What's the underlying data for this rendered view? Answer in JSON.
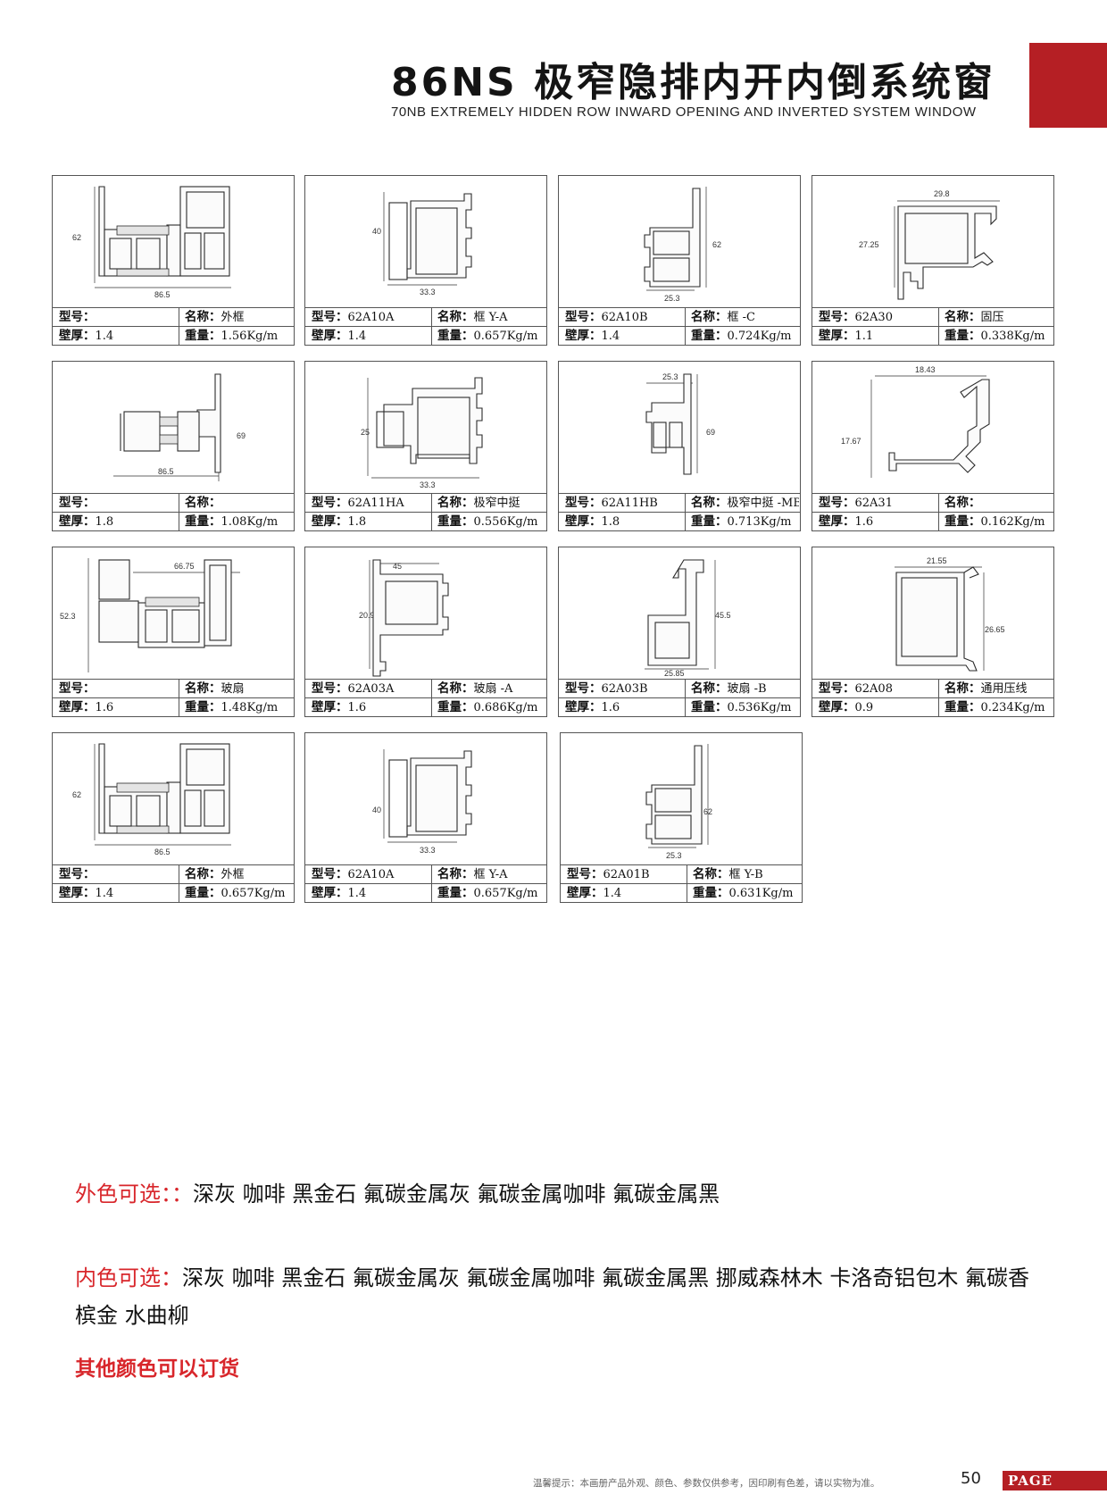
{
  "header": {
    "title": "86NS 极窄隐排内开内倒系统窗",
    "subtitle": "70NB EXTREMELY HIDDEN ROW INWARD OPENING AND INVERTED SYSTEM WINDOW"
  },
  "labels": {
    "model": "型号：",
    "name": "名称：",
    "wall": "壁厚：",
    "weight": "重量："
  },
  "profiles": [
    {
      "model": "",
      "name": "外框",
      "wall": "1.4",
      "weight": "1.56Kg/m",
      "dims": [
        "62",
        "86.5"
      ]
    },
    {
      "model": "62A10A",
      "name": "框 Y-A",
      "wall": "1.4",
      "weight": "0.657Kg/m",
      "dims": [
        "40",
        "33.3"
      ]
    },
    {
      "model": "62A10B",
      "name": "框 -C",
      "wall": "1.4",
      "weight": "0.724Kg/m",
      "dims": [
        "62",
        "25.3"
      ]
    },
    {
      "model": "62A30",
      "name": "固压",
      "wall": "1.1",
      "weight": "0.338Kg/m",
      "dims": [
        "29.8",
        "27.25"
      ]
    },
    {
      "model": "",
      "name": "",
      "wall": "1.8",
      "weight": "1.08Kg/m",
      "dims": [
        "69",
        "86.5"
      ]
    },
    {
      "model": "62A11HA",
      "name": "极窄中挺",
      "wall": "1.8",
      "weight": "0.556Kg/m",
      "dims": [
        "25",
        "33.3"
      ]
    },
    {
      "model": "62A11HB",
      "name": "极窄中挺 -MB",
      "wall": "1.8",
      "weight": "0.713Kg/m",
      "dims": [
        "25.3",
        "69"
      ]
    },
    {
      "model": "62A31",
      "name": "",
      "wall": "1.6",
      "weight": "0.162Kg/m",
      "dims": [
        "18.43",
        "17.67"
      ]
    },
    {
      "model": "",
      "name": "玻扇",
      "wall": "1.6",
      "weight": "1.48Kg/m",
      "dims": [
        "52.3",
        "66.75"
      ]
    },
    {
      "model": "62A03A",
      "name": "玻扇 -A",
      "wall": "1.6",
      "weight": "0.686Kg/m",
      "dims": [
        "20.95",
        "45"
      ]
    },
    {
      "model": "62A03B",
      "name": "玻扇 -B",
      "wall": "1.6",
      "weight": "0.536Kg/m",
      "dims": [
        "45.5",
        "25.85"
      ]
    },
    {
      "model": "62A08",
      "name": "通用压线",
      "wall": "0.9",
      "weight": "0.234Kg/m",
      "dims": [
        "21.55",
        "26.65"
      ]
    },
    {
      "model": "",
      "name": "外框",
      "wall": "1.4",
      "weight": "0.657Kg/m",
      "dims": [
        "62",
        "86.5"
      ]
    },
    {
      "model": "62A10A",
      "name": "框 Y-A",
      "wall": "1.4",
      "weight": "0.657Kg/m",
      "dims": [
        "40",
        "33.3"
      ]
    },
    {
      "model": "62A01B",
      "name": "框 Y-B",
      "wall": "1.4",
      "weight": "0.631Kg/m",
      "dims": [
        "62",
        "25.3"
      ]
    }
  ],
  "colors": {
    "outer_label": "外色可选：：",
    "outer_values": "深灰 咖啡 黑金石 氟碳金属灰 氟碳金属咖啡 氟碳金属黑",
    "inner_label": "内色可选：",
    "inner_values": "深灰 咖啡 黑金石 氟碳金属灰 氟碳金属咖啡 氟碳金属黑 挪威森林木 卡洛奇铝包木 氟碳香槟金 水曲柳",
    "note": "其他颜色可以订货"
  },
  "footer": {
    "tip": "温馨提示：本画册产品外观、颜色、参数仅供参考，因印刷有色差，请以实物为准。",
    "page_number": "50",
    "page_label": "PAGE"
  },
  "theme": {
    "accent": "#b51f24",
    "highlight_text": "#d8262b"
  }
}
